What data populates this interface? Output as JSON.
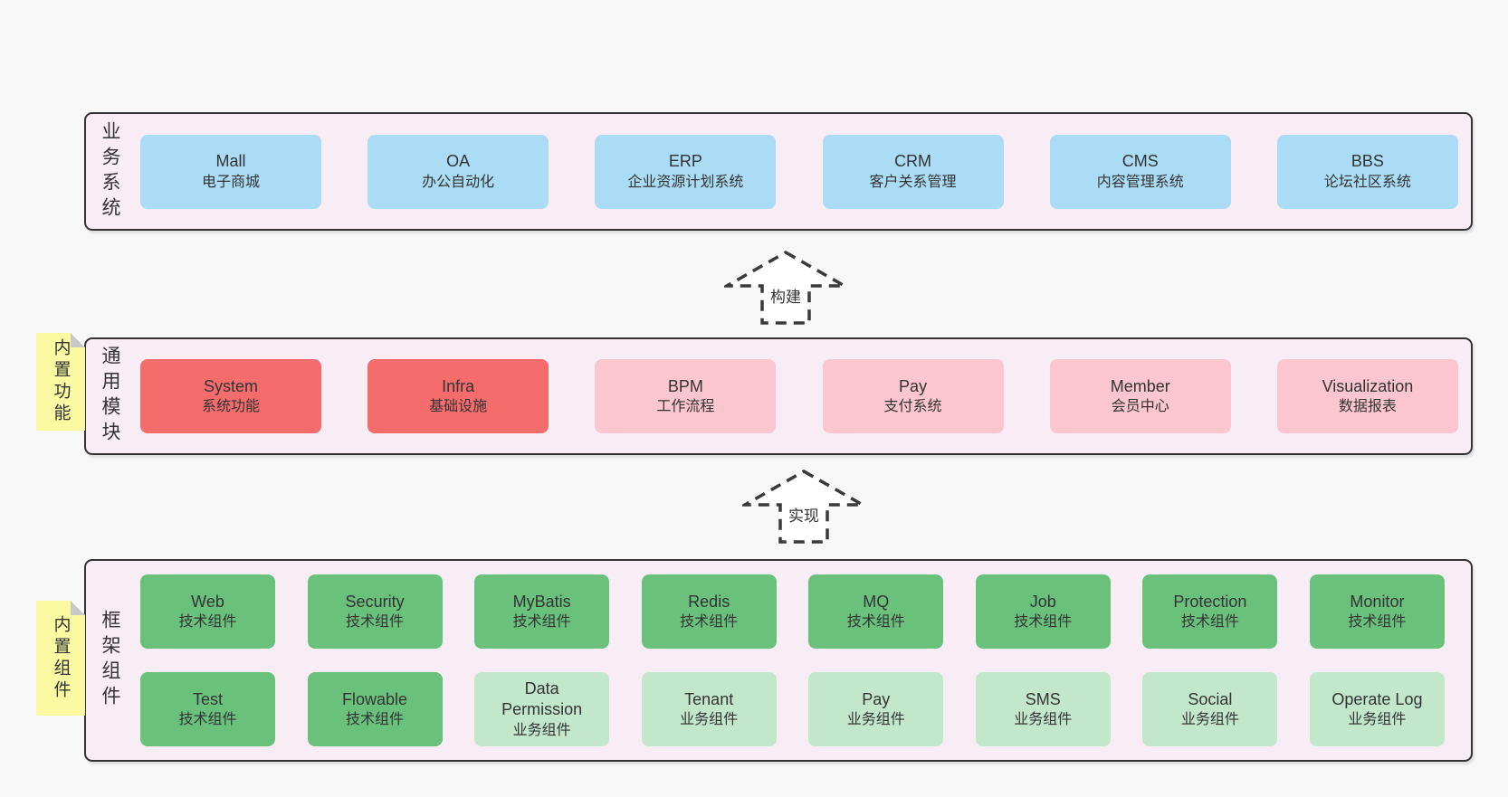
{
  "colors": {
    "page_bg": "#f8f8f8",
    "panel_bg": "#f8edf5",
    "panel_border": "#343434",
    "text": "#333333",
    "blue": "#abdcf5",
    "red": "#f56c6c",
    "pink": "#fbc6d0",
    "green": "#69c17c",
    "lightgreen": "#c2e7ca",
    "sticky_yellow": "#fbf9a2",
    "sticky_fold": "#c9c9c9",
    "arrow_fill": "#ffffff"
  },
  "layers": [
    {
      "title": "业务系统",
      "boxes": [
        {
          "name": "Mall",
          "desc": "电子商城",
          "color": "blue"
        },
        {
          "name": "OA",
          "desc": "办公自动化",
          "color": "blue"
        },
        {
          "name": "ERP",
          "desc": "企业资源计划系统",
          "color": "blue"
        },
        {
          "name": "CRM",
          "desc": "客户关系管理",
          "color": "blue"
        },
        {
          "name": "CMS",
          "desc": "内容管理系统",
          "color": "blue"
        },
        {
          "name": "BBS",
          "desc": "论坛社区系统",
          "color": "blue"
        }
      ]
    },
    {
      "title": "通用模块",
      "sticky": "内置功能",
      "boxes": [
        {
          "name": "System",
          "desc": "系统功能",
          "color": "red"
        },
        {
          "name": "Infra",
          "desc": "基础设施",
          "color": "red"
        },
        {
          "name": "BPM",
          "desc": "工作流程",
          "color": "pink"
        },
        {
          "name": "Pay",
          "desc": "支付系统",
          "color": "pink"
        },
        {
          "name": "Member",
          "desc": "会员中心",
          "color": "pink"
        },
        {
          "name": "Visualization",
          "desc": "数据报表",
          "color": "pink"
        }
      ]
    },
    {
      "title": "框架组件",
      "sticky": "内置组件",
      "rows": [
        [
          {
            "name": "Web",
            "desc": "技术组件",
            "color": "green"
          },
          {
            "name": "Security",
            "desc": "技术组件",
            "color": "green"
          },
          {
            "name": "MyBatis",
            "desc": "技术组件",
            "color": "green"
          },
          {
            "name": "Redis",
            "desc": "技术组件",
            "color": "green"
          },
          {
            "name": "MQ",
            "desc": "技术组件",
            "color": "green"
          },
          {
            "name": "Job",
            "desc": "技术组件",
            "color": "green"
          },
          {
            "name": "Protection",
            "desc": "技术组件",
            "color": "green"
          },
          {
            "name": "Monitor",
            "desc": "技术组件",
            "color": "green"
          }
        ],
        [
          {
            "name": "Test",
            "desc": "技术组件",
            "color": "green"
          },
          {
            "name": "Flowable",
            "desc": "技术组件",
            "color": "green"
          },
          {
            "name": "Data Permission",
            "desc": "业务组件",
            "color": "lightgreen"
          },
          {
            "name": "Tenant",
            "desc": "业务组件",
            "color": "lightgreen"
          },
          {
            "name": "Pay",
            "desc": "业务组件",
            "color": "lightgreen"
          },
          {
            "name": "SMS",
            "desc": "业务组件",
            "color": "lightgreen"
          },
          {
            "name": "Social",
            "desc": "业务组件",
            "color": "lightgreen"
          },
          {
            "name": "Operate Log",
            "desc": "业务组件",
            "color": "lightgreen"
          }
        ]
      ]
    }
  ],
  "arrows": [
    {
      "label": "构建"
    },
    {
      "label": "实现"
    }
  ]
}
